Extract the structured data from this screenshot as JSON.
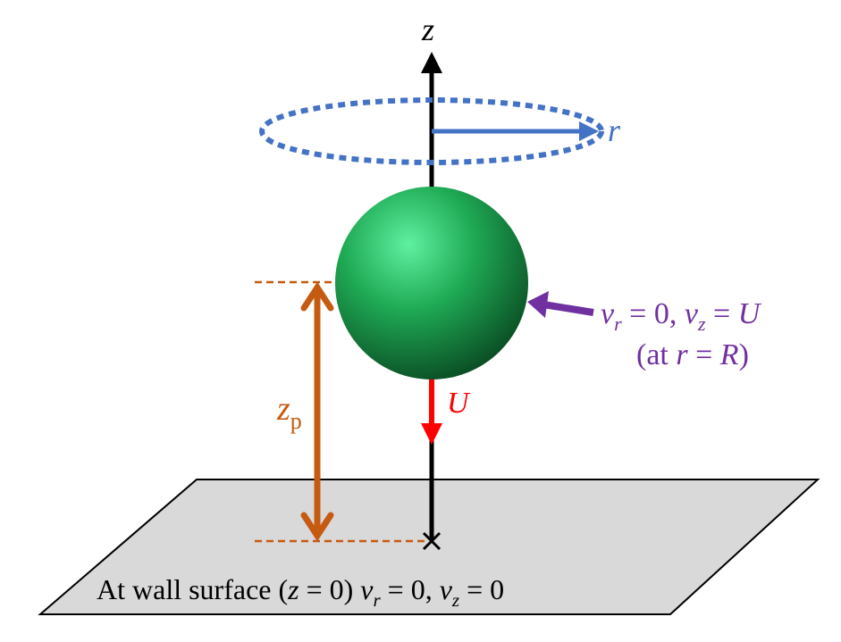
{
  "labels": {
    "z_axis": "z",
    "r_axis": "r",
    "zp_main": "z",
    "zp_sub": "p",
    "velocity": "U",
    "sphere_bc": {
      "vr": "v",
      "vr_sub": "r",
      "eq1": " = 0, ",
      "vz": "v",
      "vz_sub": "z",
      "eq2": " = ",
      "U": "U",
      "line2_open": "(at ",
      "line2_r": "r",
      "line2_eq": " = ",
      "line2_R": "R",
      "line2_close": ")"
    },
    "wall_bc": {
      "prefix": "At wall surface (",
      "z": "z",
      "mid": " = 0) ",
      "vr": "v",
      "vr_sub": "r",
      "eq1": " = 0, ",
      "vz": "v",
      "vz_sub": "z",
      "eq2": " = 0"
    }
  },
  "colors": {
    "axis": "#000000",
    "r_blue": "#4472C4",
    "orange": "#C55A11",
    "red": "#FF0000",
    "purple": "#7030A0",
    "sphere": "#1E9E4A",
    "wall": "#D9D9D9"
  }
}
